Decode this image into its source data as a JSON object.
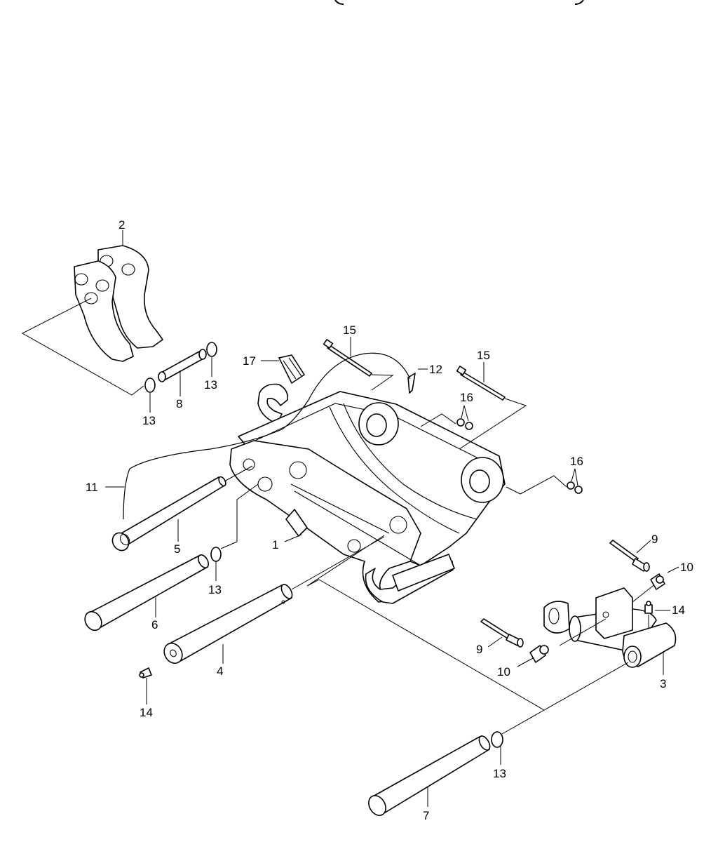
{
  "diagram": {
    "callouts": [
      {
        "id": "c1",
        "text": "1"
      },
      {
        "id": "c2",
        "text": "2"
      },
      {
        "id": "c3",
        "text": "3"
      },
      {
        "id": "c4",
        "text": "4"
      },
      {
        "id": "c5",
        "text": "5"
      },
      {
        "id": "c6",
        "text": "6"
      },
      {
        "id": "c7",
        "text": "7"
      },
      {
        "id": "c8",
        "text": "8"
      },
      {
        "id": "c9a",
        "text": "9"
      },
      {
        "id": "c9b",
        "text": "9"
      },
      {
        "id": "c10a",
        "text": "10"
      },
      {
        "id": "c10b",
        "text": "10"
      },
      {
        "id": "c11",
        "text": "11"
      },
      {
        "id": "c12",
        "text": "12"
      },
      {
        "id": "c13a",
        "text": "13"
      },
      {
        "id": "c13b",
        "text": "13"
      },
      {
        "id": "c13c",
        "text": "13"
      },
      {
        "id": "c13d",
        "text": "13"
      },
      {
        "id": "c14a",
        "text": "14"
      },
      {
        "id": "c14b",
        "text": "14"
      },
      {
        "id": "c15a",
        "text": "15"
      },
      {
        "id": "c15b",
        "text": "15"
      },
      {
        "id": "c16a",
        "text": "16"
      },
      {
        "id": "c16b",
        "text": "16"
      },
      {
        "id": "c17",
        "text": "17"
      }
    ]
  }
}
